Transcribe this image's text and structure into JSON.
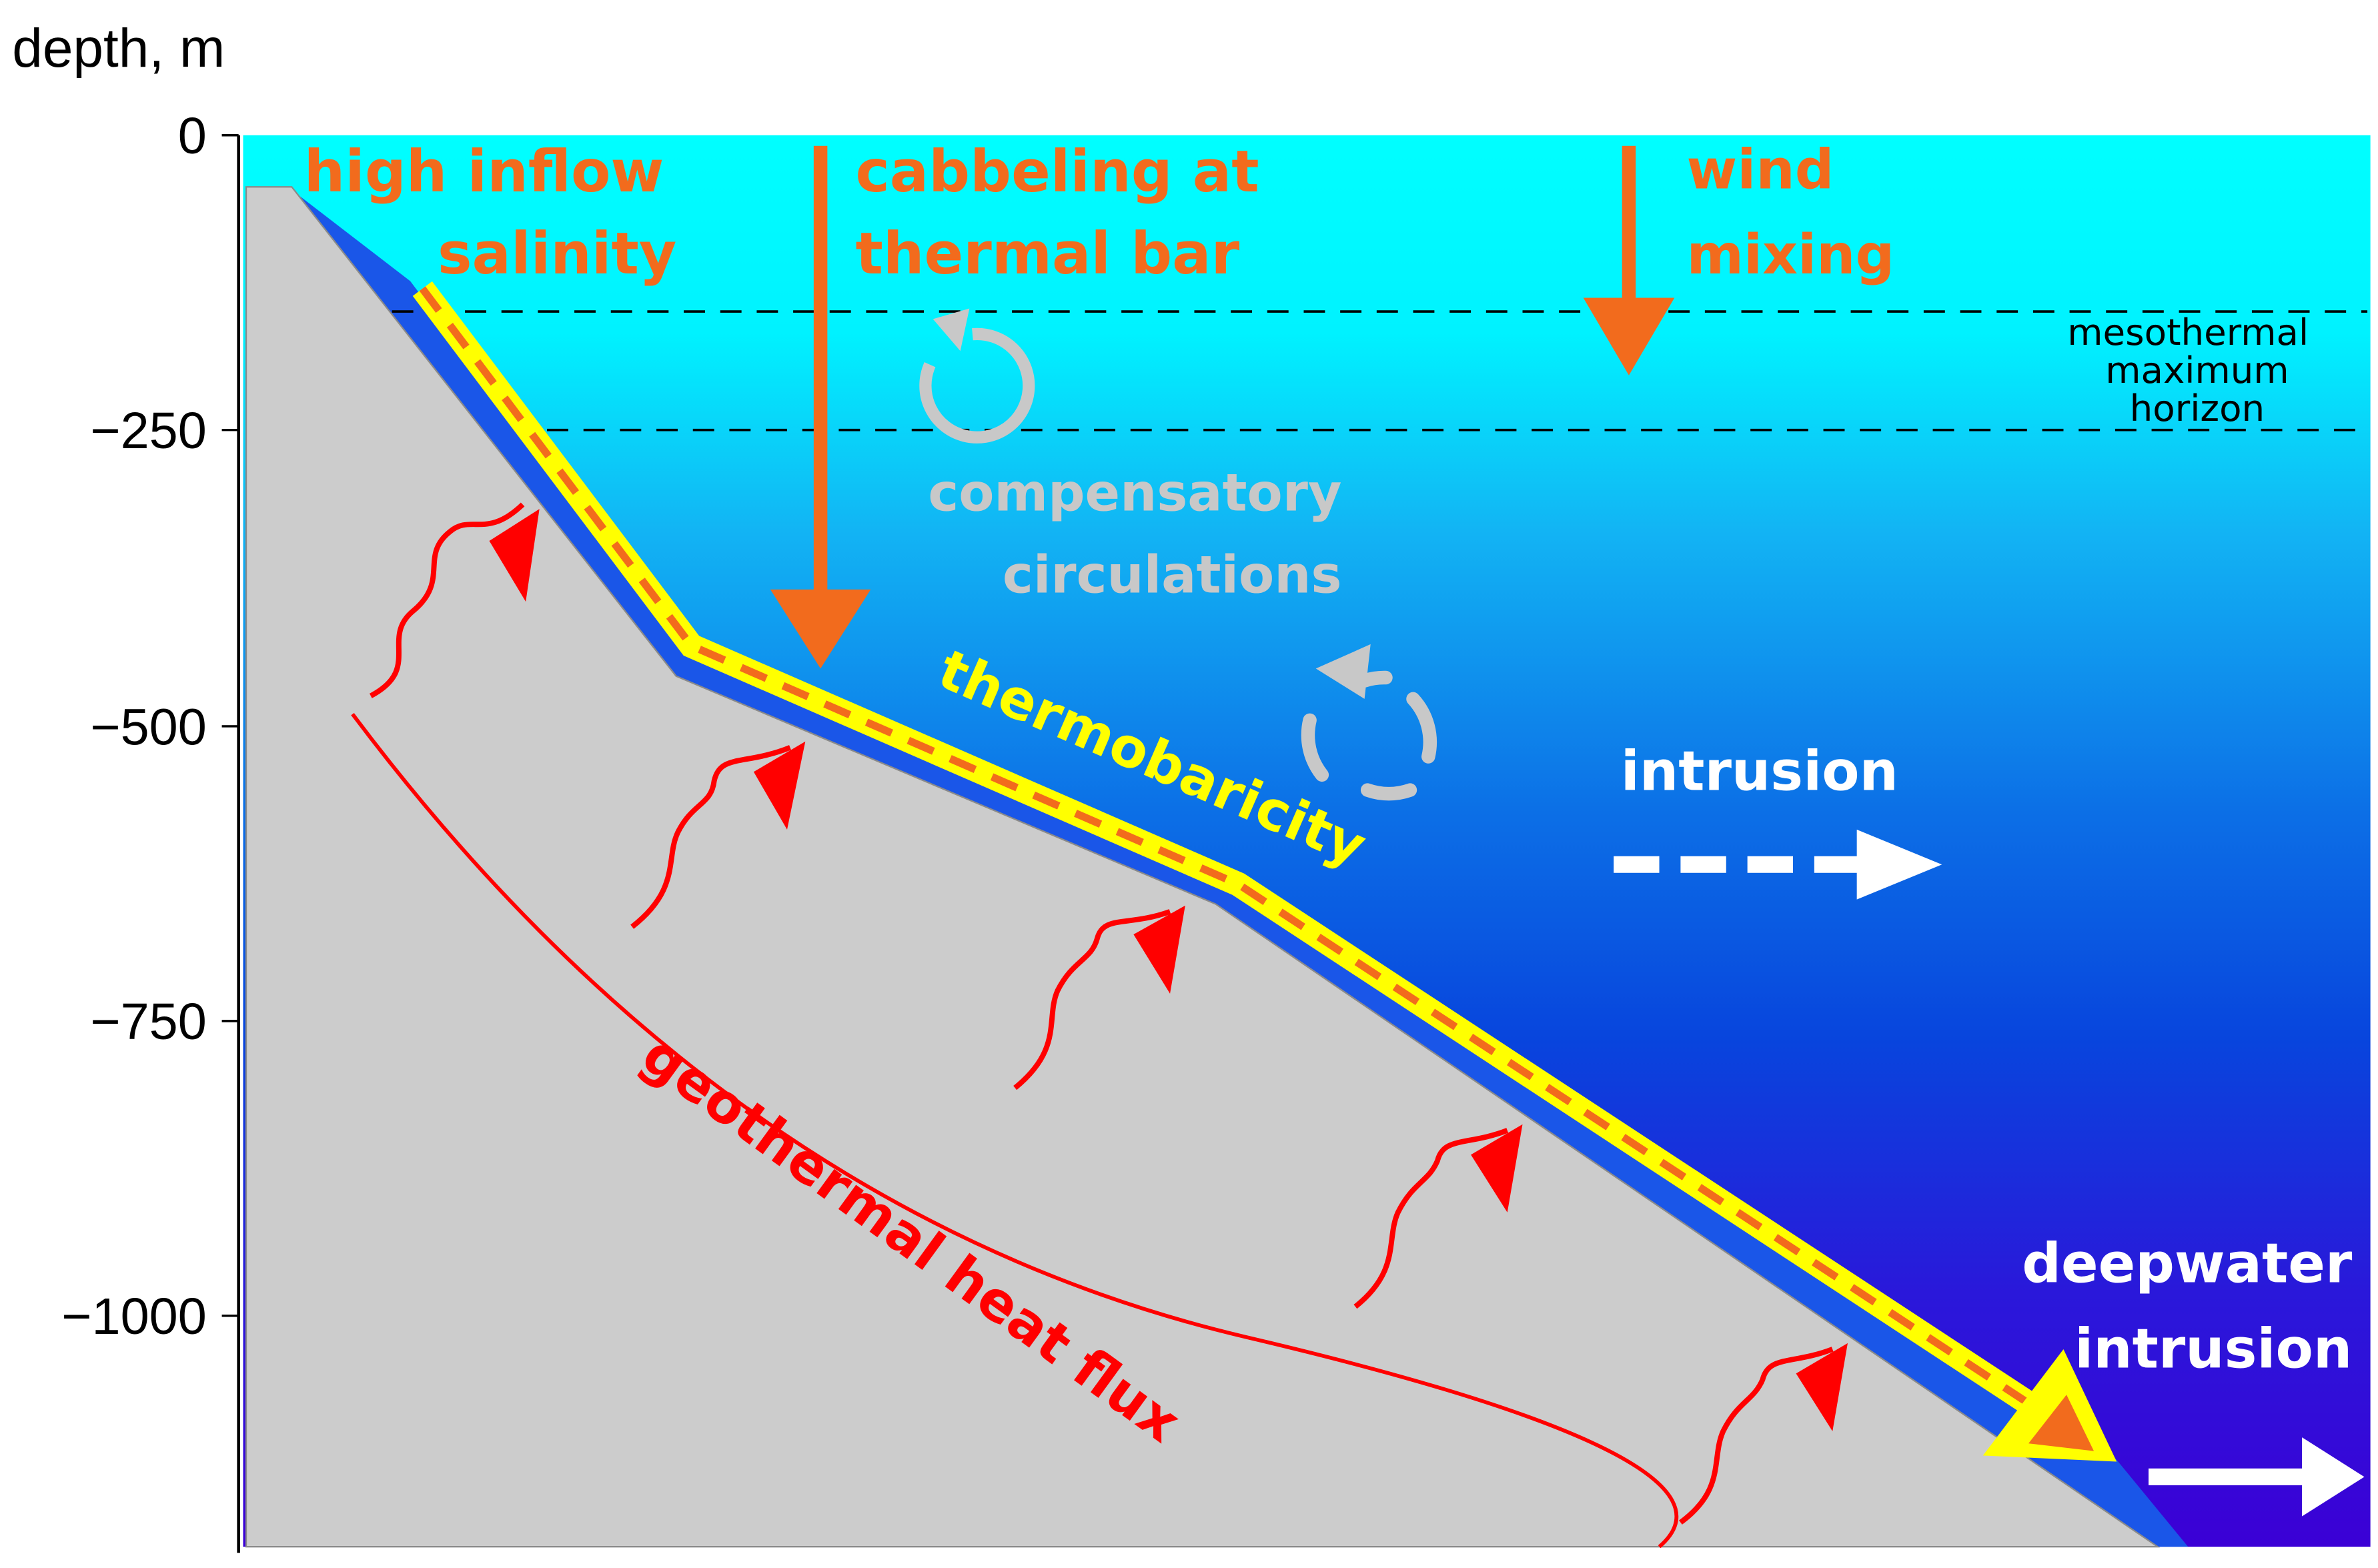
{
  "axis": {
    "ylabel": "depth, m",
    "ticks": [
      "0",
      "−250",
      "−500",
      "−750",
      "−1000"
    ]
  },
  "labels": {
    "high_inflow_line1": "high inflow",
    "high_inflow_line2": "salinity",
    "cabbeling_line1": "cabbeling at",
    "cabbeling_line2": "thermal bar",
    "wind_line1": "wind",
    "wind_line2": "mixing",
    "mesothermal_line1": "mesothermal",
    "mesothermal_line2": "maximum",
    "mesothermal_line3": "horizon",
    "compensatory_line1": "compensatory",
    "compensatory_line2": "circulations",
    "thermobaricity": "thermobaricity",
    "intrusion": "intrusion",
    "deepwater_line1": "deepwater",
    "deepwater_line2": "intrusion",
    "geothermal": "geothermal heat flux"
  },
  "colors": {
    "orange": "#f26b1d",
    "red": "#ff0000",
    "yellow": "#ffff00",
    "grey_text": "#c8c8c8",
    "water_top": "#00ffff",
    "water_bottom": "#3b00d6",
    "seabed": "#cccccc",
    "slope_layer": "#1a56e8"
  }
}
